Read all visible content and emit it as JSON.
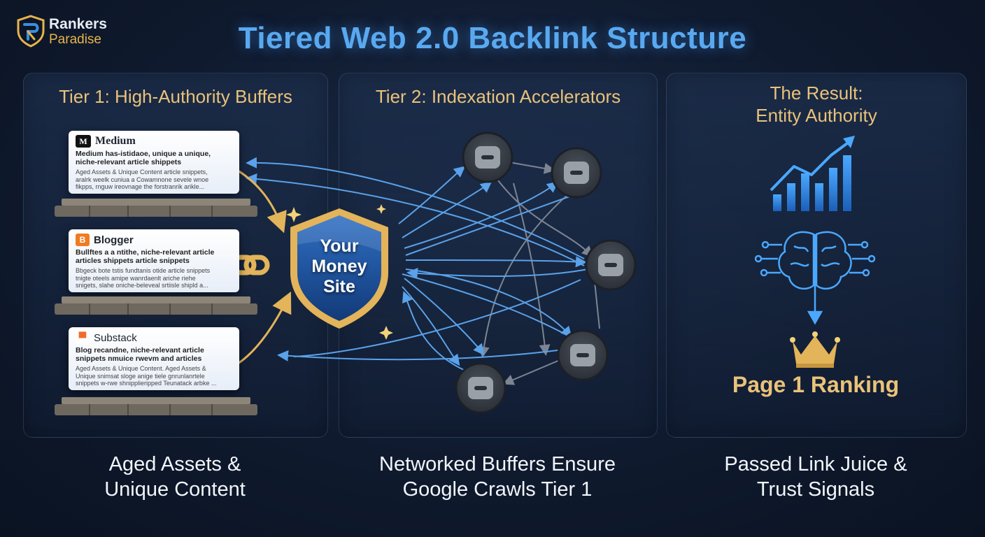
{
  "brand": {
    "line1": "Rankers",
    "line2": "Paradise"
  },
  "title": "Tiered Web 2.0 Backlink Structure",
  "panels": {
    "tier1": {
      "title": "Tier 1: High-Authority Buffers",
      "caption_l1": "Aged Assets &",
      "caption_l2": "Unique Content",
      "cards": [
        {
          "name": "Medium",
          "badge": "M",
          "l1a": "Medium has-istidaoe, unique a unique,",
          "l1b": "niche-relevant article shippets",
          "l2a": "Aged Assets & Unique Content article snippets,",
          "l2b": "aralrk weelk cuniua a Cowamnone sevele wnoe",
          "l2c": "fikpps, rnguw ireovnage the forstranrik arikle..."
        },
        {
          "name": "Blogger",
          "badge": "B",
          "l1a": "Bullftes a a ntithe, niche-relevant article",
          "l1b": "articles shippets article snippets",
          "l2a": "Bbgeck bote tstis fundtanis otide article snippets",
          "l2b": "tnigte oteels amipe wanrdaenlt ariche riehe",
          "l2c": "snigets, slahe oniche-beleveal srtiisle shipld a..."
        },
        {
          "name": "Substack",
          "badge": "▀",
          "l1a": "Blog recandne, niche-relevant article",
          "l1b": "snippets nmuice rwevm and articles",
          "l2a": "Aged Assets & Unique Content. Aged Assets &",
          "l2b": "Unique snimsat sloge anige tiele gnrunlanrtele",
          "l2c": "snippets w-rwe shnipplieripped Teunatack arbke ..."
        }
      ]
    },
    "tier2": {
      "title": "Tier 2: Indexation Accelerators",
      "caption_l1": "Networked Buffers Ensure",
      "caption_l2": "Google Crawls Tier 1"
    },
    "result": {
      "title_l1": "The Result:",
      "title_l2": "Entity Authority",
      "final": "Page 1 Ranking",
      "caption_l1": "Passed Link Juice &",
      "caption_l2": "Trust Signals"
    }
  },
  "money_site": {
    "l1": "Your",
    "l2": "Money",
    "l3": "Site"
  },
  "colors": {
    "title": "#59a9f0",
    "gold": "#e9c27a",
    "arrow": "#5aa2ea",
    "node": "#3a3f47"
  }
}
